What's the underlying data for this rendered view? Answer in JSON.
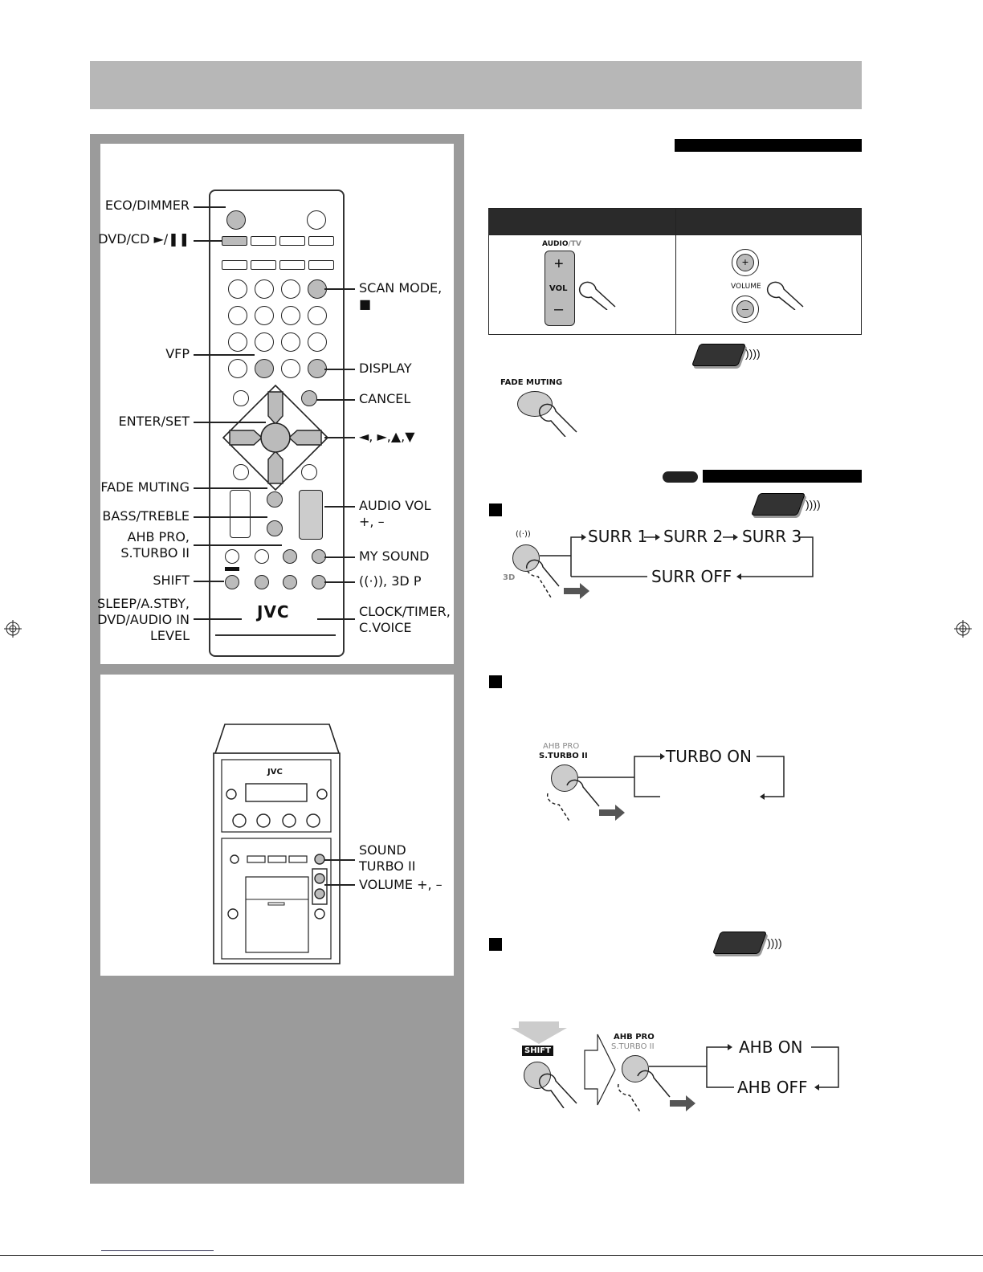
{
  "remote_labels": {
    "eco_dimmer": "ECO/DIMMER",
    "dvd_cd": "DVD/CD ►/❚❚",
    "vfp": "VFP",
    "enter_set": "ENTER/SET",
    "fade_muting": "FADE MUTING",
    "bass_treble": "BASS/TREBLE",
    "ahb_pro": "AHB PRO,",
    "s_turbo": "S.TURBO II",
    "shift": "SHIFT",
    "sleep": "SLEEP/A.STBY,",
    "dvd_audio_in": "DVD/AUDIO IN",
    "level": "LEVEL",
    "scan_mode": "SCAN MODE,",
    "stop_symbol": "■",
    "display": "DISPLAY",
    "cancel": "CANCEL",
    "arrows": "◄, ►,▲,▼",
    "audio_vol": "AUDIO VOL",
    "audio_vol_pm": "+, –",
    "my_sound": "MY SOUND",
    "surround_3dp": "((·)), 3D P",
    "clock_timer": "CLOCK/TIMER,",
    "c_voice": "C.VOICE",
    "brand": "JVC"
  },
  "unit_labels": {
    "sound": "SOUND",
    "turbo_ii": "TURBO II",
    "volume": "VOLUME +, –",
    "brand": "JVC"
  },
  "volume_table": {
    "audio_tv_a": "AUDIO",
    "audio_tv_b": "/TV",
    "plus": "+",
    "vol": "VOL",
    "minus": "–",
    "volume_label": "VOLUME"
  },
  "fade_muting_label": "FADE MUTING",
  "surround": {
    "icon": "((·))",
    "three_d": "3D",
    "surr1": "SURR 1",
    "surr2": "SURR 2",
    "surr3": "SURR 3",
    "surr_off": "SURR OFF"
  },
  "turbo": {
    "ahb_pro": "AHB PRO",
    "s_turbo": "S.TURBO II",
    "turbo_on": "TURBO ON"
  },
  "ahb": {
    "shift": "SHIFT",
    "ahb_pro": "AHB PRO",
    "s_turbo": "S.TURBO II",
    "ahb_on": "AHB ON",
    "ahb_off": "AHB OFF"
  }
}
